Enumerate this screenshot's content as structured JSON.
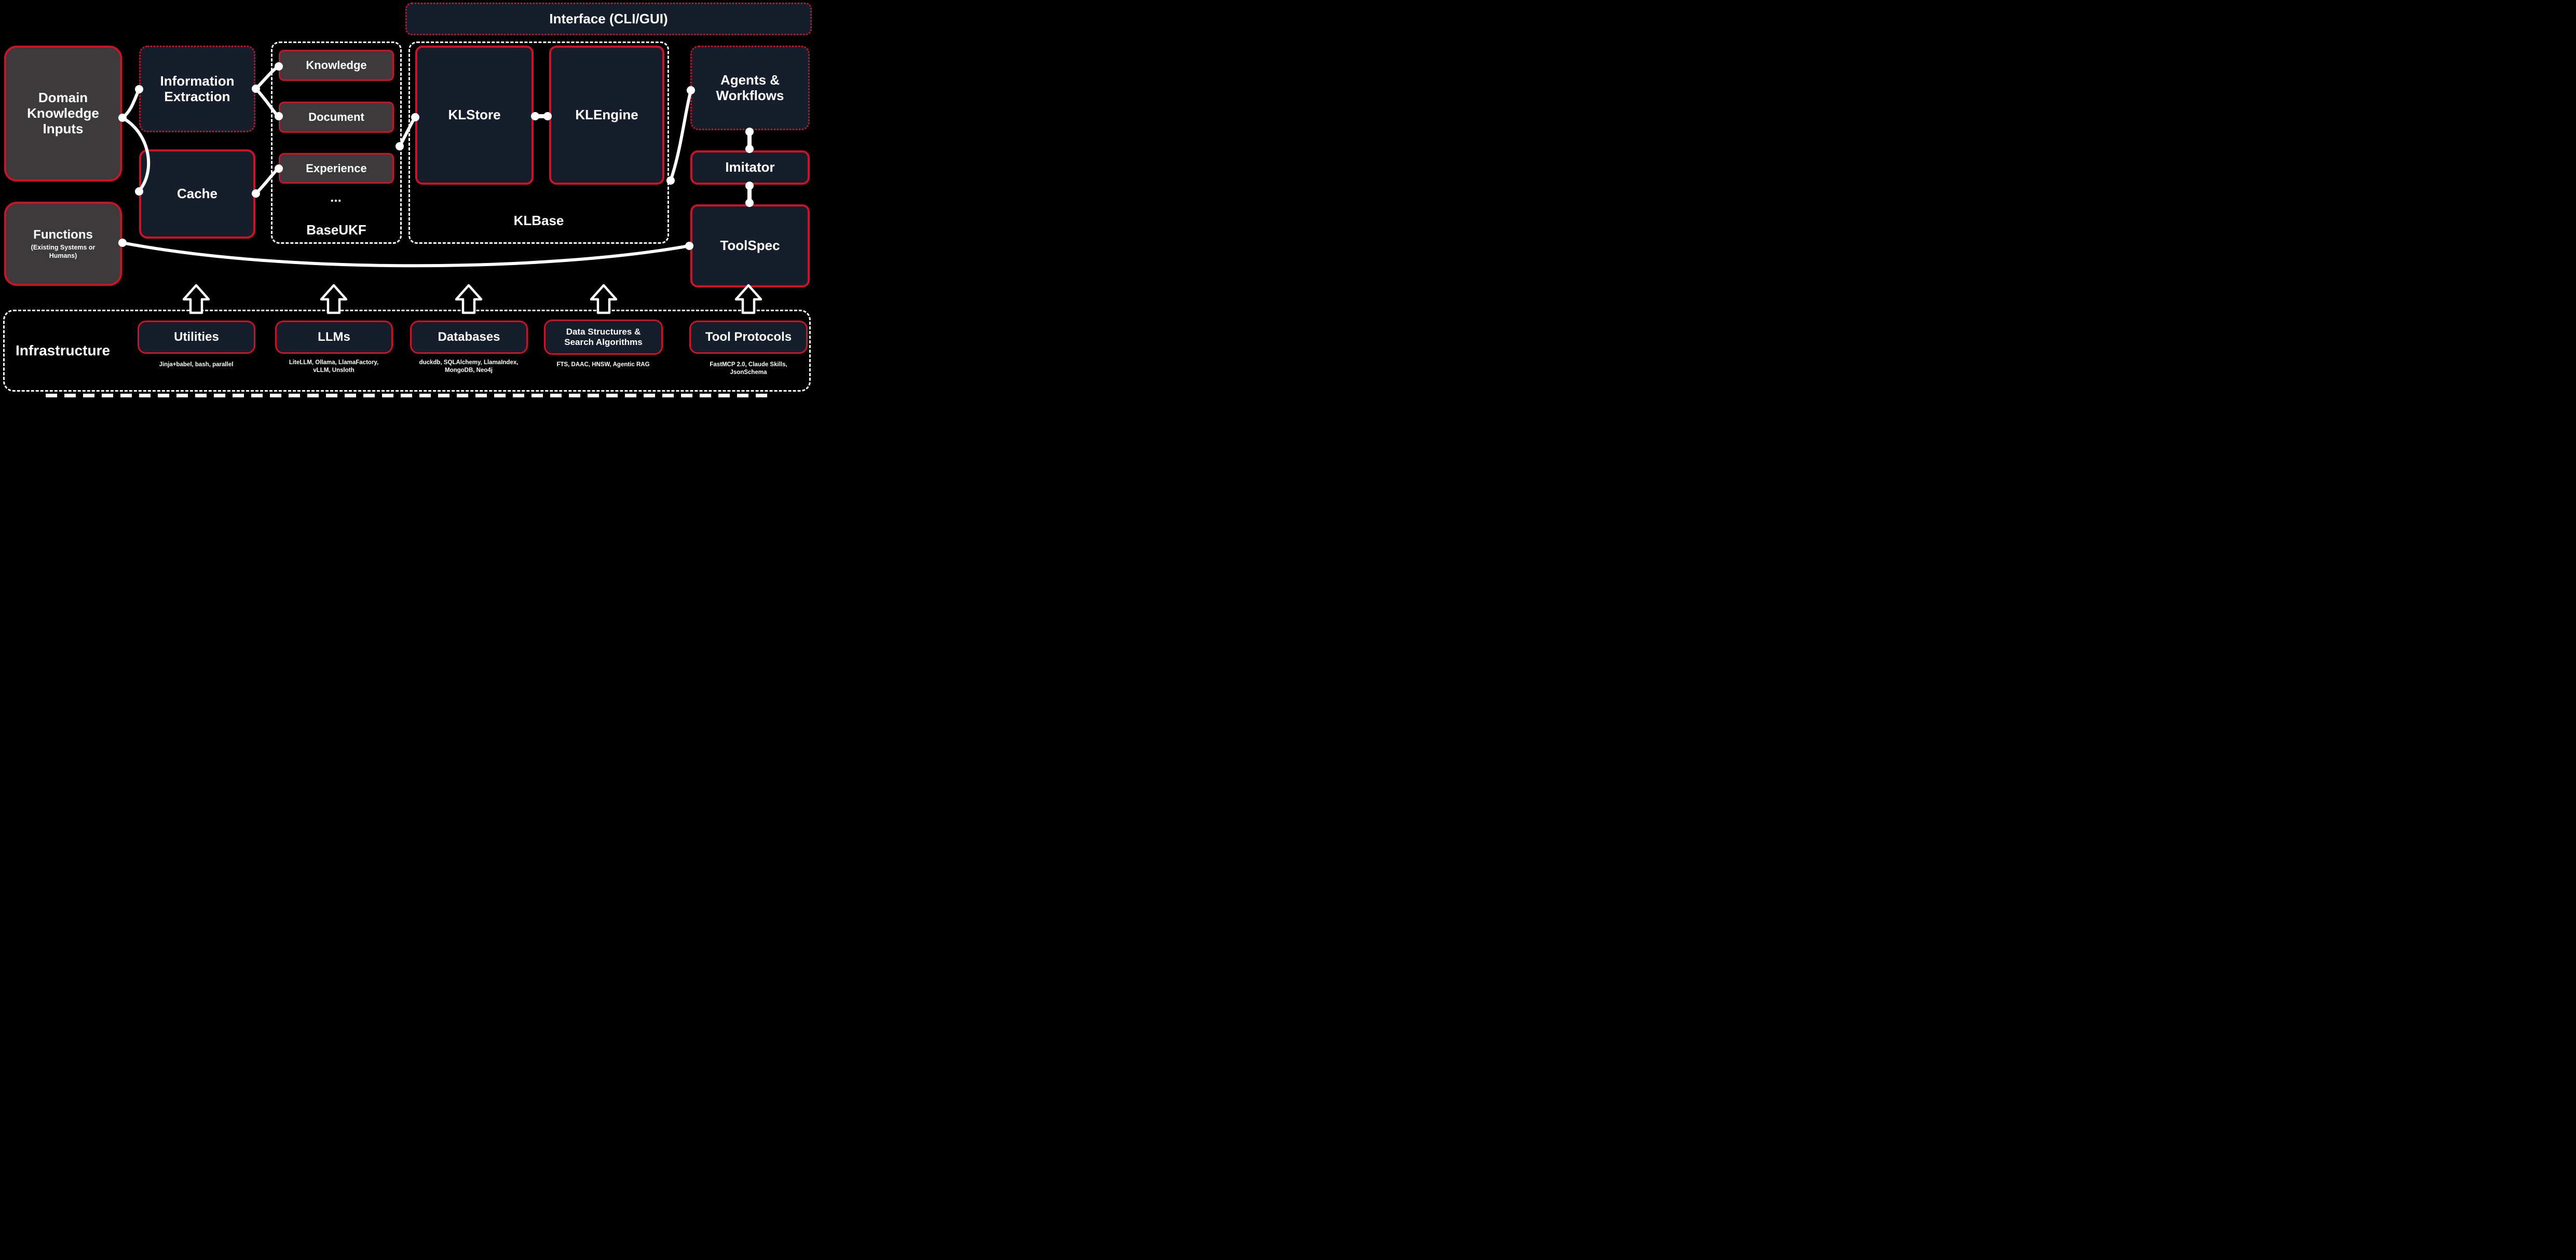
{
  "interface": {
    "label": "Interface (CLI/GUI)"
  },
  "left": {
    "domain": "Domain Knowledge Inputs",
    "functions": "Functions",
    "functions_sub": "(Existing Systems or Humans)"
  },
  "pipeline": {
    "information_extraction": "Information Extraction",
    "cache": "Cache"
  },
  "baseukf": {
    "label": "BaseUKF",
    "ellipsis": "•••",
    "items": [
      "Knowledge",
      "Document",
      "Experience"
    ]
  },
  "klbase": {
    "label": "KLBase",
    "store": "KLStore",
    "engine": "KLEngine"
  },
  "right": {
    "agents": "Agents & Workflows",
    "imitator": "Imitator",
    "toolspec": "ToolSpec"
  },
  "infrastructure": {
    "label": "Infrastructure",
    "items": [
      {
        "label": "Utilities",
        "caption": "Jinja+babel, bash, parallel"
      },
      {
        "label": "LLMs",
        "caption": "LiteLLM, Ollama, LlamaFactory, vLLM, Unsloth"
      },
      {
        "label": "Databases",
        "caption": "duckdb, SQLAlchemy, LlamaIndex, MongoDB, Neo4j"
      },
      {
        "label": "Data Structures & Search Algorithms",
        "caption": "FTS, DAAC, HNSW, Agentic RAG"
      },
      {
        "label": "Tool Protocols",
        "caption": "FastMCP 2.0, Claude Skills, JsonSchema"
      }
    ]
  },
  "colors": {
    "background": "#000000",
    "panel_navy": "#161d2b",
    "panel_gray": "#3c3a3a",
    "accent_red": "#cd1225",
    "line_white": "#ffffff"
  }
}
